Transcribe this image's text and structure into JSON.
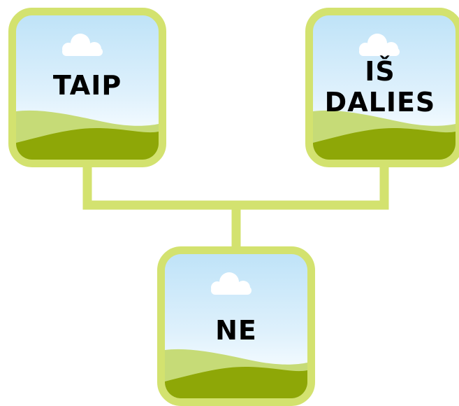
{
  "colors": {
    "frame": "#d3e26f",
    "connector": "#d3e26f",
    "sky_top": "#bfe3f8",
    "sky_bottom": "#f4fbff",
    "hill_light": "#c6db77",
    "hill_dark": "#8ea707",
    "cloud": "#ffffff",
    "label_text": "#000000"
  },
  "diagram": {
    "nodes": [
      {
        "id": "taip",
        "label": "TAIP",
        "image_icon": "landscape-icon"
      },
      {
        "id": "is-dalies",
        "label": "IŠ DALIES",
        "image_icon": "landscape-icon"
      },
      {
        "id": "ne",
        "label": "NE",
        "image_icon": "landscape-icon"
      }
    ],
    "edges": [
      {
        "from": "taip",
        "to": "ne"
      },
      {
        "from": "is-dalies",
        "to": "ne"
      }
    ]
  }
}
